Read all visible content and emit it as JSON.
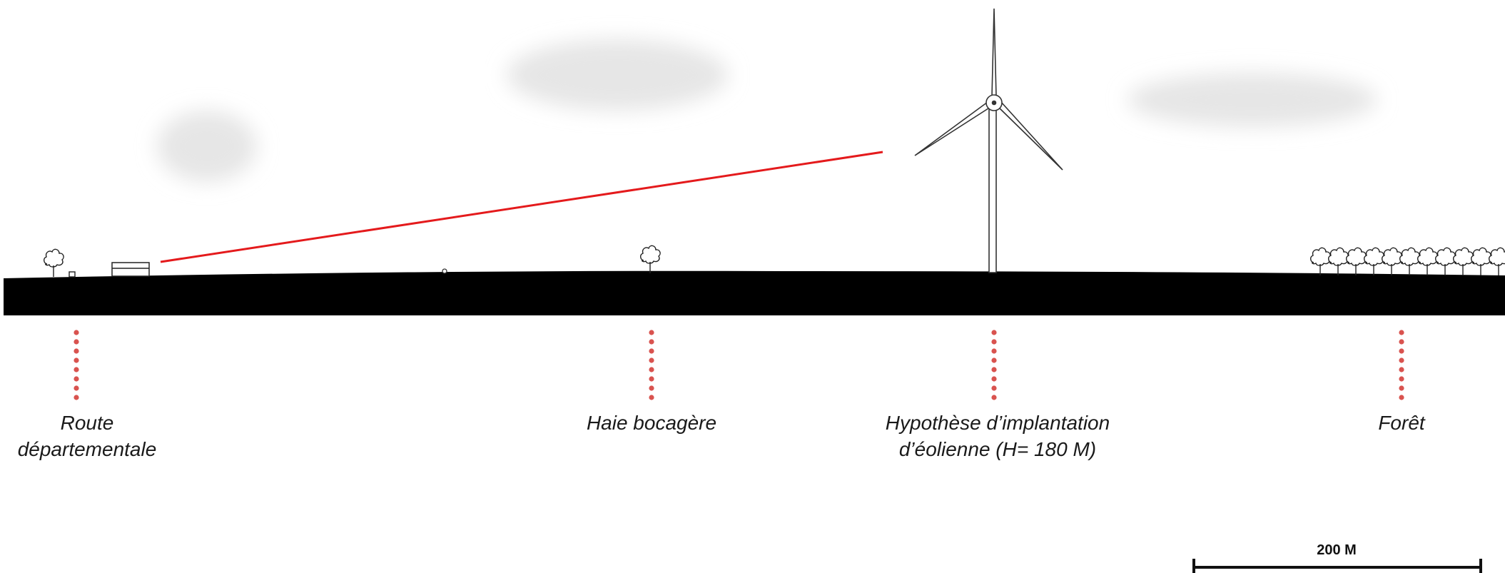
{
  "labels": {
    "route_line1": "Route",
    "route_line2": "départementale",
    "haie": "Haie bocagère",
    "eolienne_line1": "Hypothèse d’implantation",
    "eolienne_line2": "d’éolienne (H= 180 M)",
    "foret": "Forêt"
  },
  "scale_bar": {
    "label": "200 M"
  },
  "colors": {
    "ground": "#000000",
    "sight_line": "#e41a1c",
    "markers": "#d9534f",
    "cloud": "#e8e8e8"
  }
}
